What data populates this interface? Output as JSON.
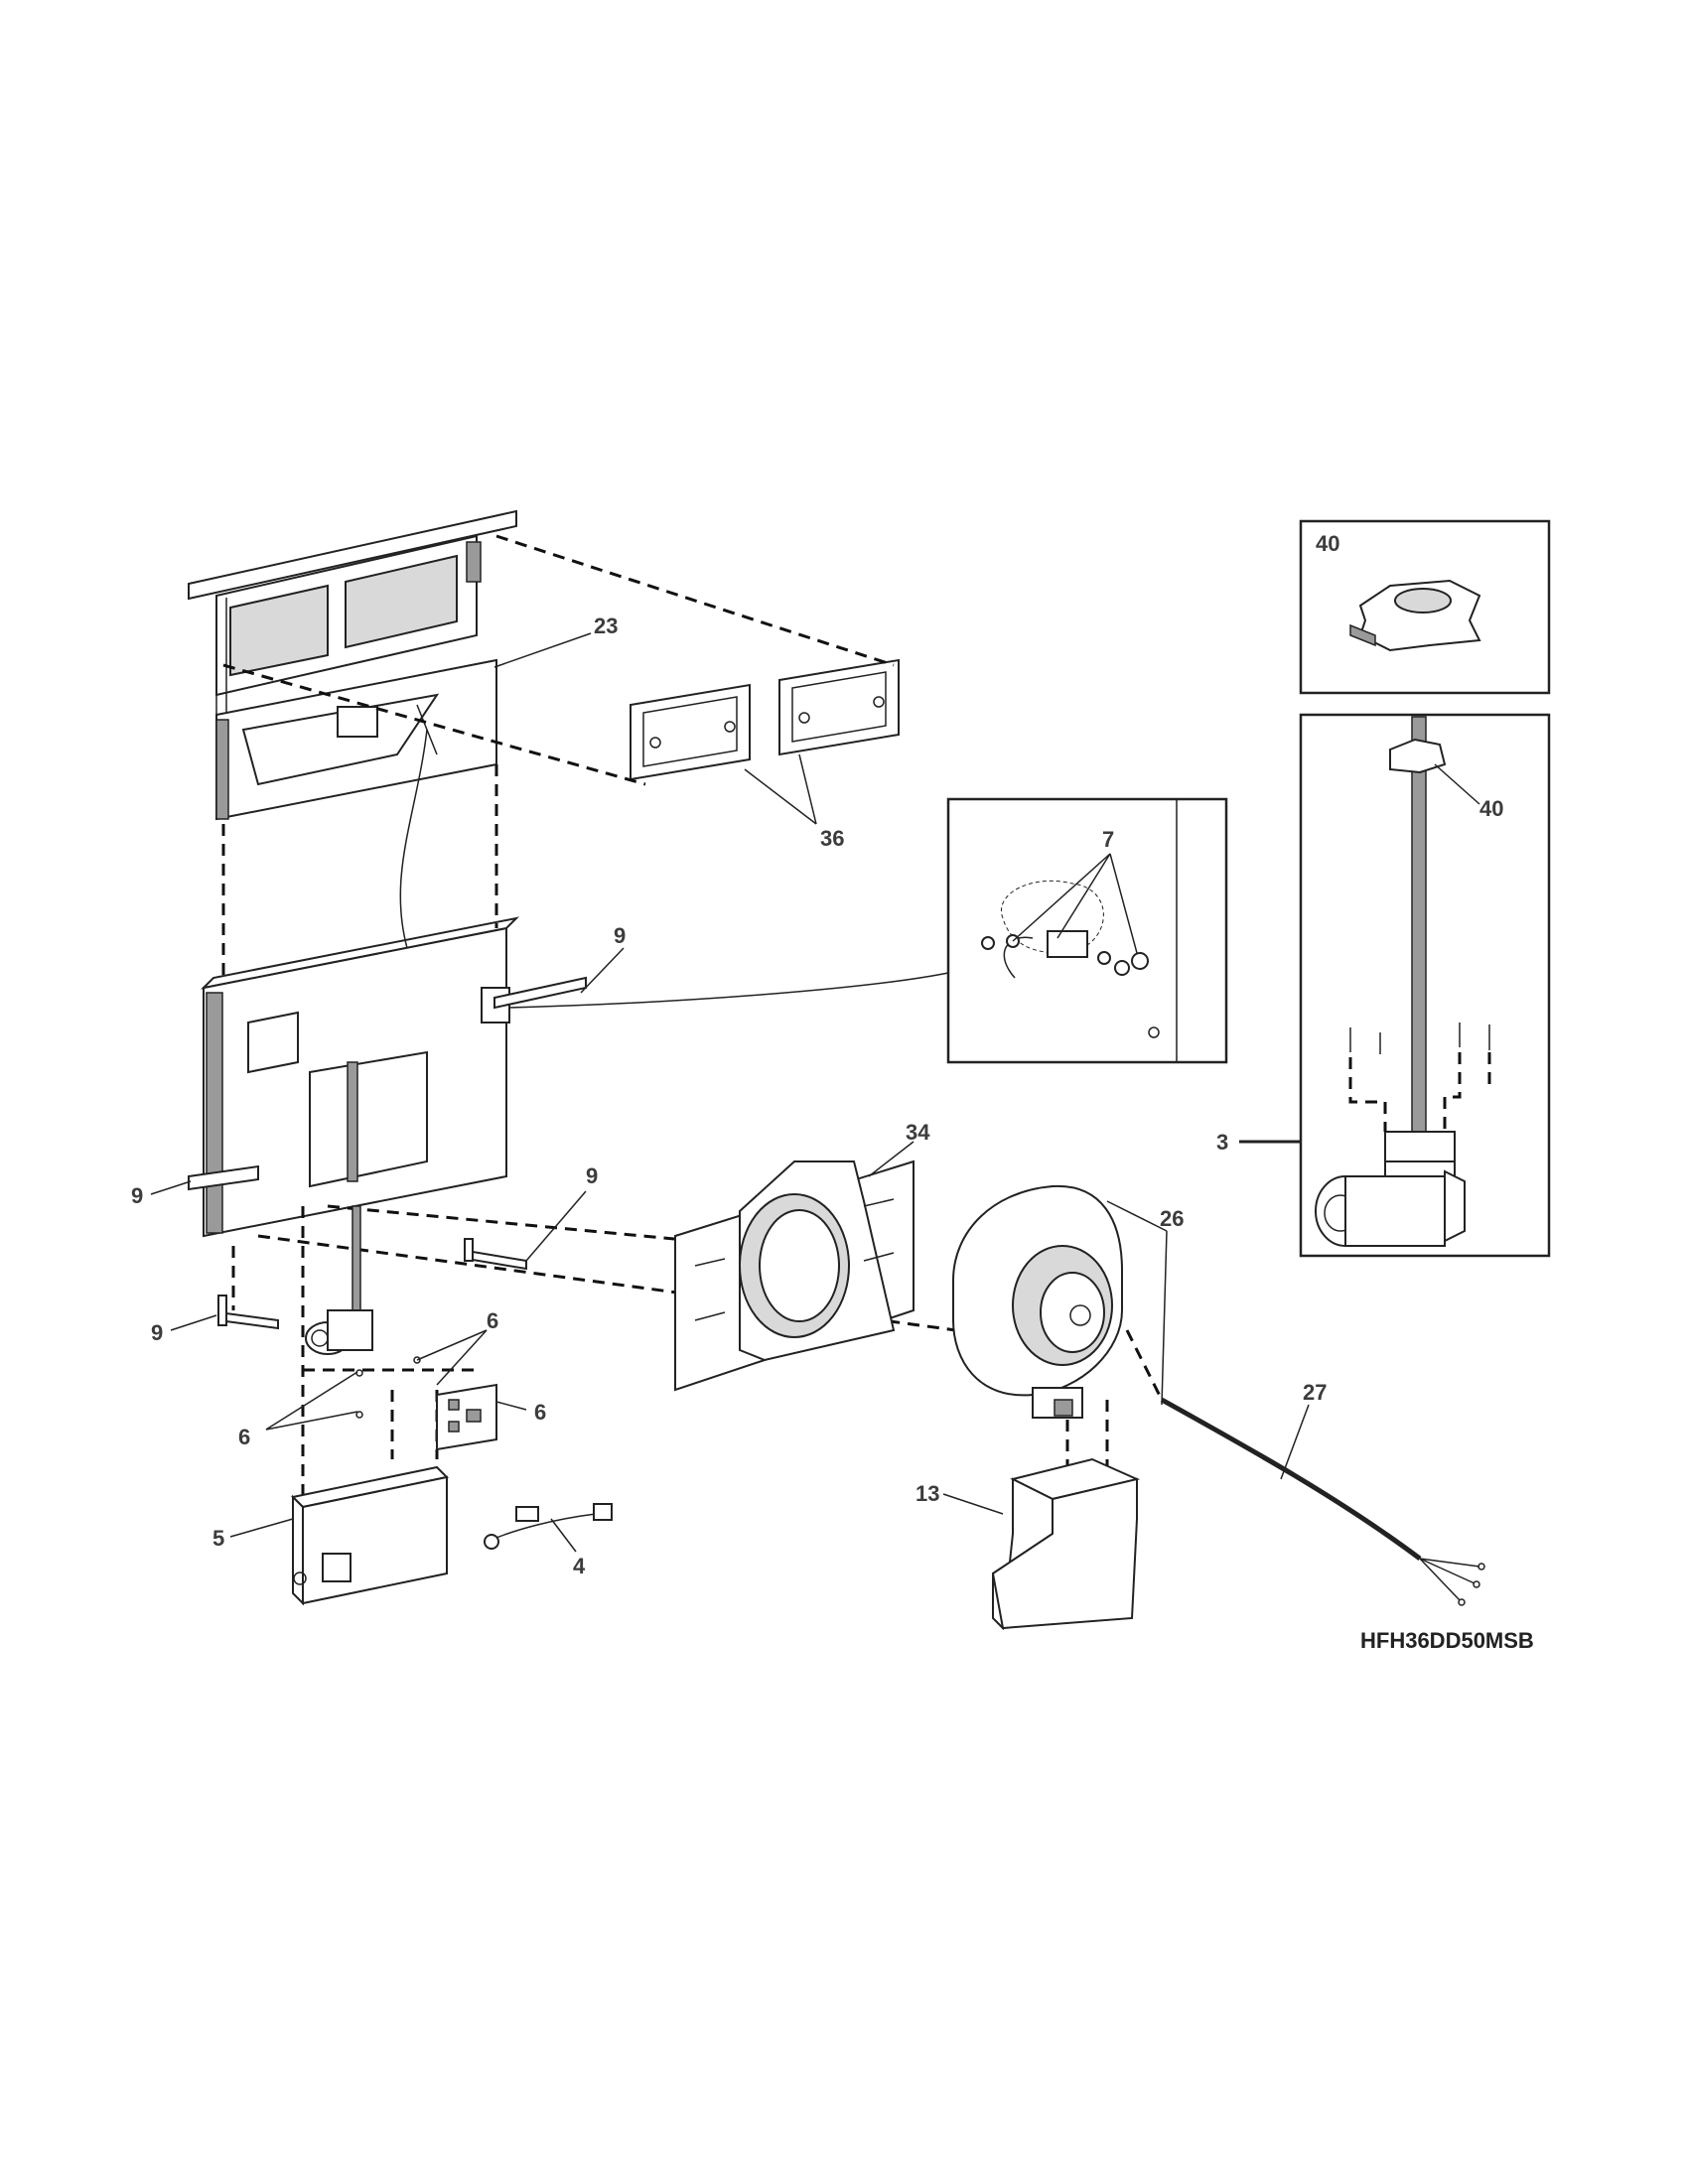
{
  "model": "HFH36DD50MSB",
  "callouts": {
    "c23": "23",
    "c36": "36",
    "c7": "7",
    "c9a": "9",
    "c9b": "9",
    "c9c": "9",
    "c9d": "9",
    "c34": "34",
    "c26": "26",
    "c27": "27",
    "c13": "13",
    "c6a": "6",
    "c6b": "6",
    "c6c": "6",
    "c5": "5",
    "c4": "4",
    "c3": "3",
    "c40a": "40",
    "c40b": "40"
  }
}
